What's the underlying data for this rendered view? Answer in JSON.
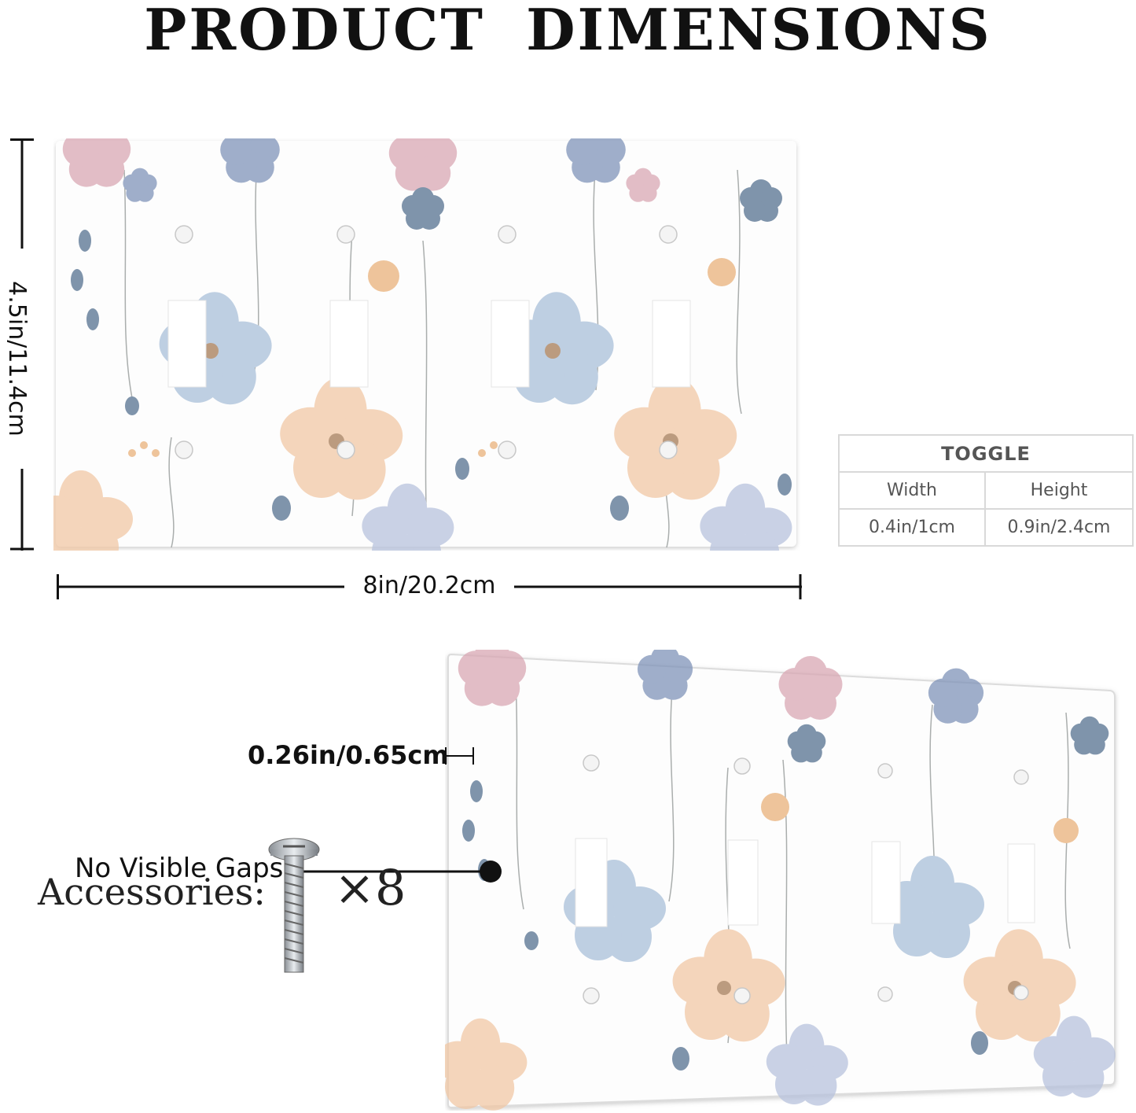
{
  "title": "PRODUCT DIMENSIONS",
  "plate_dimensions": {
    "width": "8in/20.2cm",
    "height": "4.5in/11.4cm",
    "thickness": "0.26in/0.65cm"
  },
  "toggle_table": {
    "title": "TOGGLE",
    "headers": [
      "Width",
      "Height"
    ],
    "values": [
      "0.4in/1cm",
      "0.9in/2.4cm"
    ]
  },
  "features": {
    "gap_label": "No Visible Gaps"
  },
  "accessories": {
    "label": "Accessories:",
    "count": "×8",
    "item_icon": "screw-icon"
  },
  "colors": {
    "petal_blue": "#7f93b8",
    "petal_pink": "#d9a7b3",
    "petal_peach": "#f1c7a4",
    "stem": "#8e9392",
    "leaf": "#55708f"
  }
}
